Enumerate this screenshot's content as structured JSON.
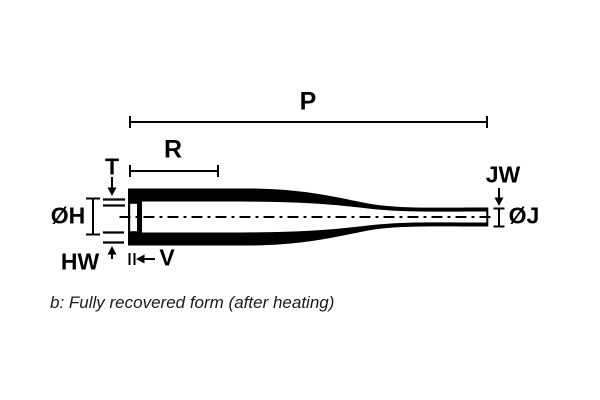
{
  "figure": {
    "caption": "b: Fully recovered form (after heating)",
    "labels": {
      "overall_length": "P",
      "thick_section_length": "R",
      "top_wall_thickness": "T",
      "large_end_diameter": "ØH",
      "bottom_wall_thickness": "HW",
      "end_flare_depth": "V",
      "small_end_wall_thickness": "JW",
      "small_end_diameter": "ØJ"
    },
    "colors": {
      "line": "#000000",
      "background": "#ffffff",
      "caption_text": "#1a1a1a"
    }
  }
}
